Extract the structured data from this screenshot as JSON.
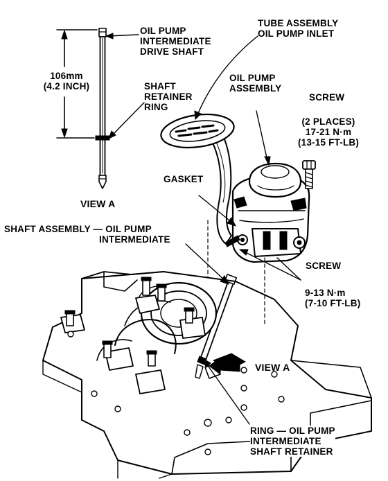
{
  "labels": {
    "drive_shaft": [
      "OIL PUMP",
      "INTERMEDIATE",
      "DRIVE SHAFT"
    ],
    "dimension": [
      "106mm",
      "(4.2 INCH)"
    ],
    "retainer_ring": [
      "SHAFT",
      "RETAINER",
      "RING"
    ],
    "view_a_top": "VIEW A",
    "tube_assembly": [
      "TUBE ASSEMBLY",
      "OIL PUMP INLET"
    ],
    "pump_assembly": [
      "OIL PUMP",
      "ASSEMBLY"
    ],
    "screw_top": "SCREW",
    "screw_torque": [
      "(2 PLACES)",
      "17-21 N·m",
      "(13-15 FT-LB)"
    ],
    "gasket": "GASKET",
    "shaft_assembly": [
      "SHAFT ASSEMBLY — OIL PUMP",
      "INTERMEDIATE"
    ],
    "screw_lower": "SCREW",
    "screw_lower_torque": [
      "9-13 N·m",
      "(7-10 FT-LB)"
    ],
    "view_a_bottom": "VIEW A",
    "ring_retainer": [
      "RING — OIL PUMP",
      "INTERMEDIATE",
      "SHAFT RETAINER"
    ]
  }
}
